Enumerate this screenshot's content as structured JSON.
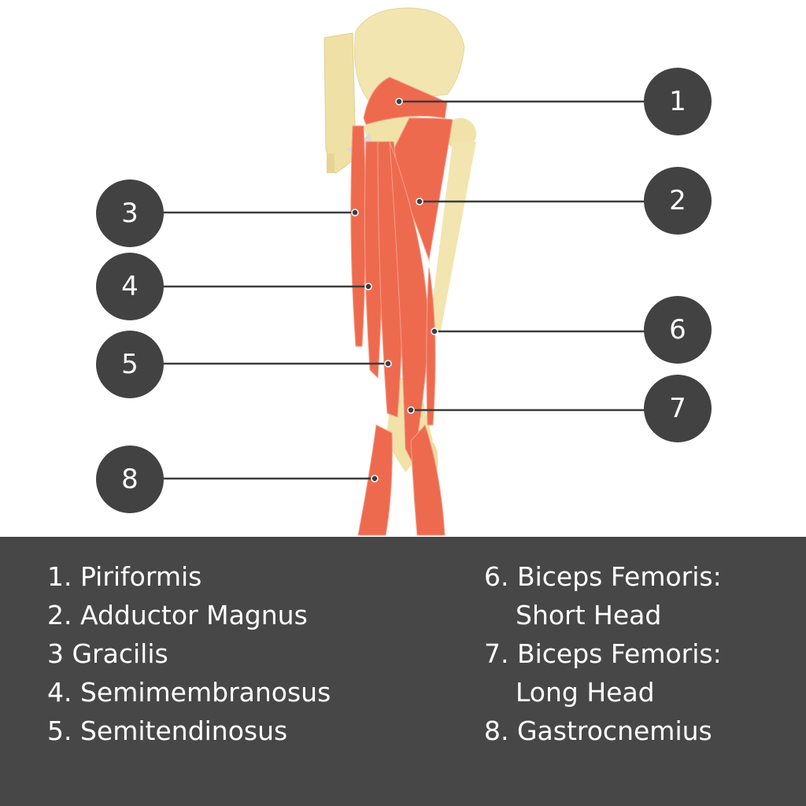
{
  "markers": [
    "1",
    "2",
    "3",
    "4",
    "5",
    "6",
    "7",
    "8"
  ],
  "legend": {
    "left": [
      "1. Piriformis",
      "2. Adductor Magnus",
      "3 Gracilis",
      "4. Semimembranosus",
      "5. Semitendinosus"
    ],
    "right": [
      "6. Biceps Femoris:",
      "Short Head",
      "7. Biceps Femoris:",
      "Long Head",
      "8. Gastrocnemius"
    ]
  },
  "colors": {
    "muscle": "#ee6a4e",
    "bone": "#f3e5b0",
    "panel": "#474747",
    "badge": "#424242"
  }
}
